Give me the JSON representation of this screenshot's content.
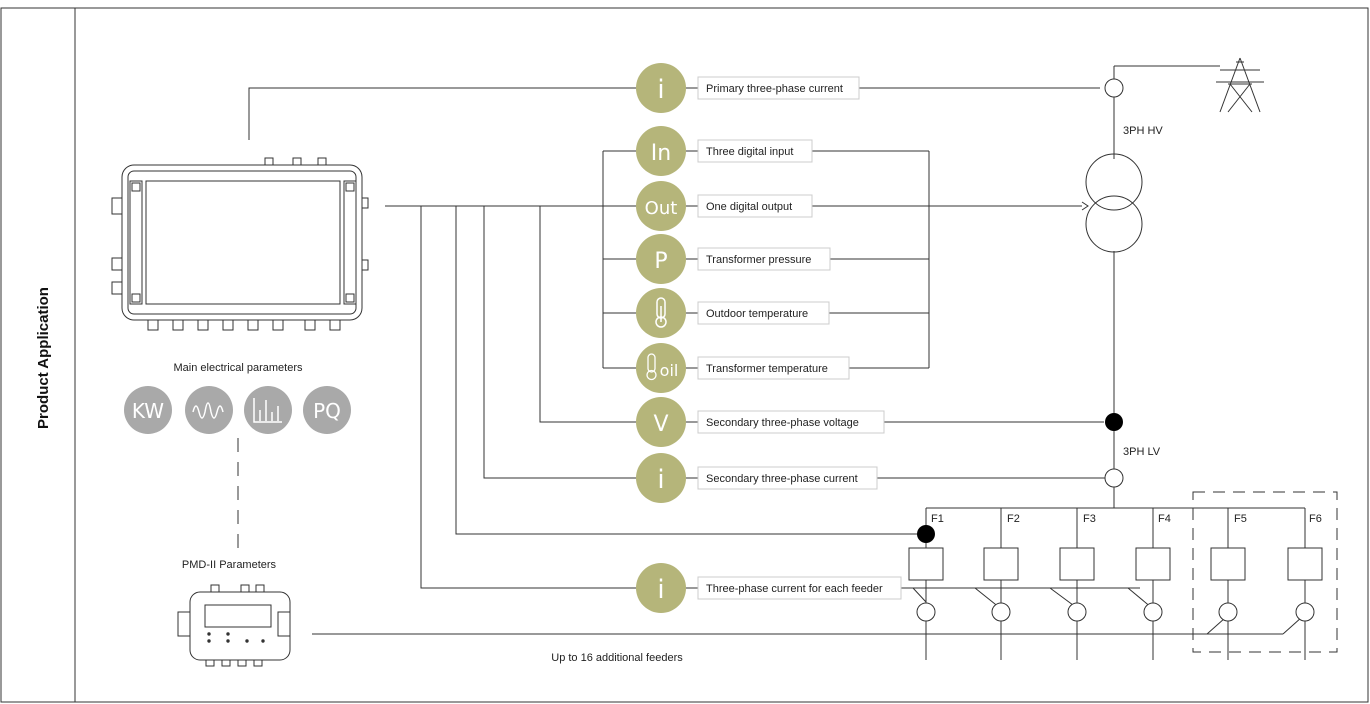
{
  "side_title": "Product Application",
  "device_caption": "Main electrical parameters",
  "param_icons": [
    {
      "name": "kw-icon",
      "text": "KW"
    },
    {
      "name": "waveform-icon",
      "text": ""
    },
    {
      "name": "harmonics-icon",
      "text": ""
    },
    {
      "name": "pq-icon",
      "text": "PQ"
    }
  ],
  "pmd_caption": "PMD-II Parameters",
  "feeders_note": "Up to 16 additional feeders",
  "sensors": [
    {
      "symbol": "i",
      "label": "Primary three-phase current"
    },
    {
      "symbol": "In",
      "label": "Three digital input"
    },
    {
      "symbol": "Out",
      "label": "One digital output"
    },
    {
      "symbol": "P",
      "label": "Transformer pressure"
    },
    {
      "symbol": "",
      "label": "Outdoor temperature"
    },
    {
      "symbol": "oil",
      "label": "Transformer temperature"
    },
    {
      "symbol": "V",
      "label": "Secondary three-phase voltage"
    },
    {
      "symbol": "i",
      "label": "Secondary three-phase current"
    },
    {
      "symbol": "i",
      "label": "Three-phase current for each feeder"
    }
  ],
  "hv_label": "3PH HV",
  "lv_label": "3PH LV",
  "feeders": [
    "F1",
    "F2",
    "F3",
    "F4",
    "F5",
    "F6"
  ],
  "colors": {
    "sensor_fill": "#b5b57a",
    "param_fill": "#a9a9a9",
    "line": "#333333"
  }
}
